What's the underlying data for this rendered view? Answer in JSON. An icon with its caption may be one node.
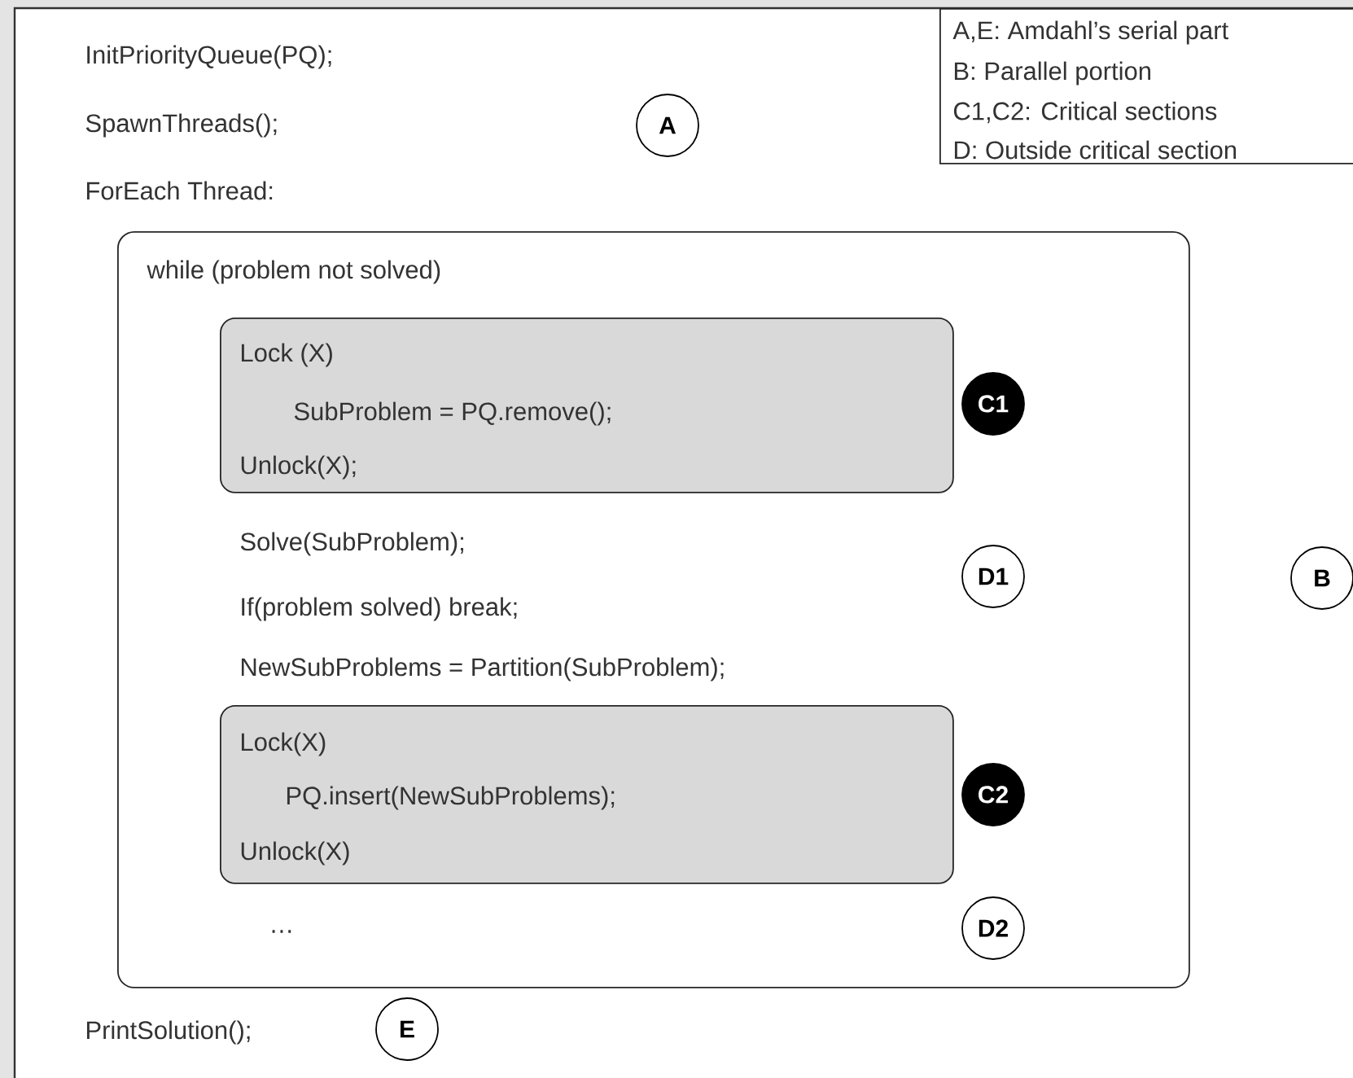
{
  "diagram": {
    "nodes": [
      {
        "text": [
          "A,E: Amdahl’s serial part",
          "B: Parallel portion",
          "C1,C2: Critical sections",
          "D: Outside critical section"
        ]
      },
      {
        "text": [
          "A"
        ]
      },
      {
        "text": [
          "while (problem not solved)"
        ]
      },
      {
        "text": [
          "Lock (X)",
          "SubProblem = PQ.remove();",
          "Unlock(X);"
        ],
        "in": 2
      },
      {
        "text": [
          "C1"
        ],
        "in": 2
      },
      {
        "text": [
          "D1"
        ],
        "in": 2
      },
      {
        "text": [
          "B"
        ]
      },
      {
        "text": [
          "Lock(X)",
          "PQ.insert(NewSubProblems);",
          "Unlock(X)"
        ],
        "in": 2
      },
      {
        "text": [
          "C2"
        ],
        "in": 2
      },
      {
        "text": [
          "D2"
        ],
        "in": 2
      },
      {
        "text": [
          "E"
        ]
      }
    ],
    "labels": [
      "InitPriorityQueue(PQ);",
      "SpawnThreads();",
      "ForEach Thread:",
      "Solve(SubProblem);",
      "If(problem solved) break;",
      "NewSubProblems = Partition(SubProblem);",
      "…",
      "PrintSolution();"
    ]
  }
}
